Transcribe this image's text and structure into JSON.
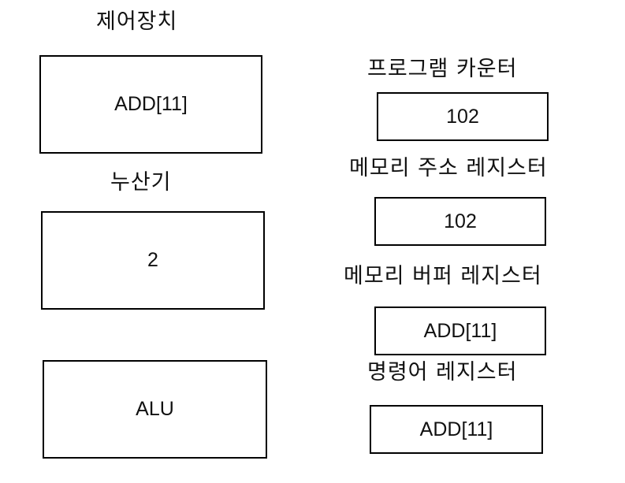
{
  "control_unit": {
    "label": "제어장치",
    "value": "ADD[11]"
  },
  "accumulator": {
    "label": "누산기",
    "value": "2"
  },
  "alu": {
    "value": "ALU"
  },
  "program_counter": {
    "label": "프로그램 카운터",
    "value": "102"
  },
  "memory_address_register": {
    "label": "메모리 주소 레지스터",
    "value": "102"
  },
  "memory_buffer_register": {
    "label": "메모리 버퍼 레지스터",
    "value": "ADD[11]"
  },
  "instruction_register": {
    "label": "명령어 레지스터",
    "value": "ADD[11]"
  }
}
